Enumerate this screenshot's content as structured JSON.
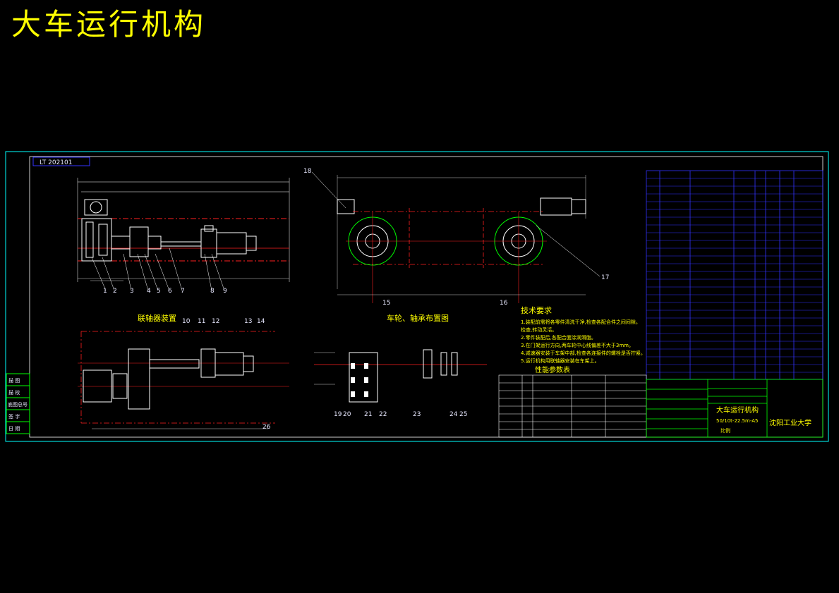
{
  "title": "大车运行机构",
  "drawing": {
    "stamp": "LT 202101",
    "views": {
      "coupling_view": "联轴器装置",
      "wheel_layout": "车轮、轴承布置图"
    },
    "tech_req": {
      "heading": "技术要求",
      "items": [
        "1.装配前需将各零件清洗干净,检查各配合件之间间隙。",
        "  检查,转动灵活。",
        "2.零件装配后,各配合面涂润滑脂。",
        "3.在门架运行方向,两车轮中心线偏差不大于3mm。",
        "4.减速器安装于车架中部,检查各连接件的螺栓是否拧紧。",
        "5.运行机构用联轴器安装在车架上。"
      ]
    },
    "perf_table": {
      "heading": "性能参数表"
    },
    "title_block": {
      "name": "大车运行机构",
      "code": "50/10t-22.5m-A5",
      "school": "沈阳工业大学",
      "scale_label": "比例"
    },
    "part_numbers": [
      "1",
      "2",
      "3",
      "4",
      "5",
      "6",
      "7",
      "8",
      "9",
      "10",
      "11",
      "12",
      "13",
      "14",
      "15",
      "16",
      "17",
      "18",
      "19",
      "20",
      "21",
      "22",
      "23",
      "24",
      "25",
      "26"
    ],
    "margin_labels": [
      "描 图",
      "描 校",
      "底图总号",
      "签 字",
      "日 期"
    ]
  },
  "colors": {
    "background": "#000000",
    "title": "#ffff00",
    "frame": "#00ffff",
    "lines": "#3333ff",
    "centerline": "#ff2020",
    "table": "#00ff00",
    "text": "#ffffff",
    "yellow": "#ffff00"
  }
}
